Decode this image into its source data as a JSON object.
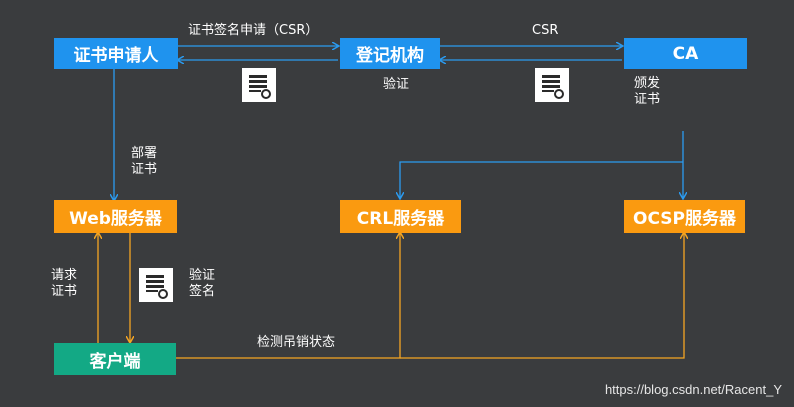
{
  "nodes": {
    "applicant": "证书申请人",
    "ra": "登记机构",
    "ca": "CA",
    "web": "Web服务器",
    "crl": "CRL服务器",
    "ocsp": "OCSP服务器",
    "client": "客户端"
  },
  "labels": {
    "csr_request": "证书签名申请（CSR）",
    "csr": "CSR",
    "verify": "验证",
    "issue_line1": "颁发",
    "issue_line2": "证书",
    "deploy_line1": "部署",
    "deploy_line2": "证书",
    "request_line1": "请求",
    "request_line2": "证书",
    "verify_sign_line1": "验证",
    "verify_sign_line2": "签名",
    "check_status": "检测吊销状态"
  },
  "icons": {
    "certificate": "certificate-document-icon"
  },
  "colors": {
    "background": "#3a3c3e",
    "blue": "#1f93ee",
    "orange": "#fa9a10",
    "green": "#13a985",
    "line_blue": "#2b9bf0",
    "line_orange": "#f5a623"
  },
  "watermark": "https://blog.csdn.net/Racent_Y"
}
